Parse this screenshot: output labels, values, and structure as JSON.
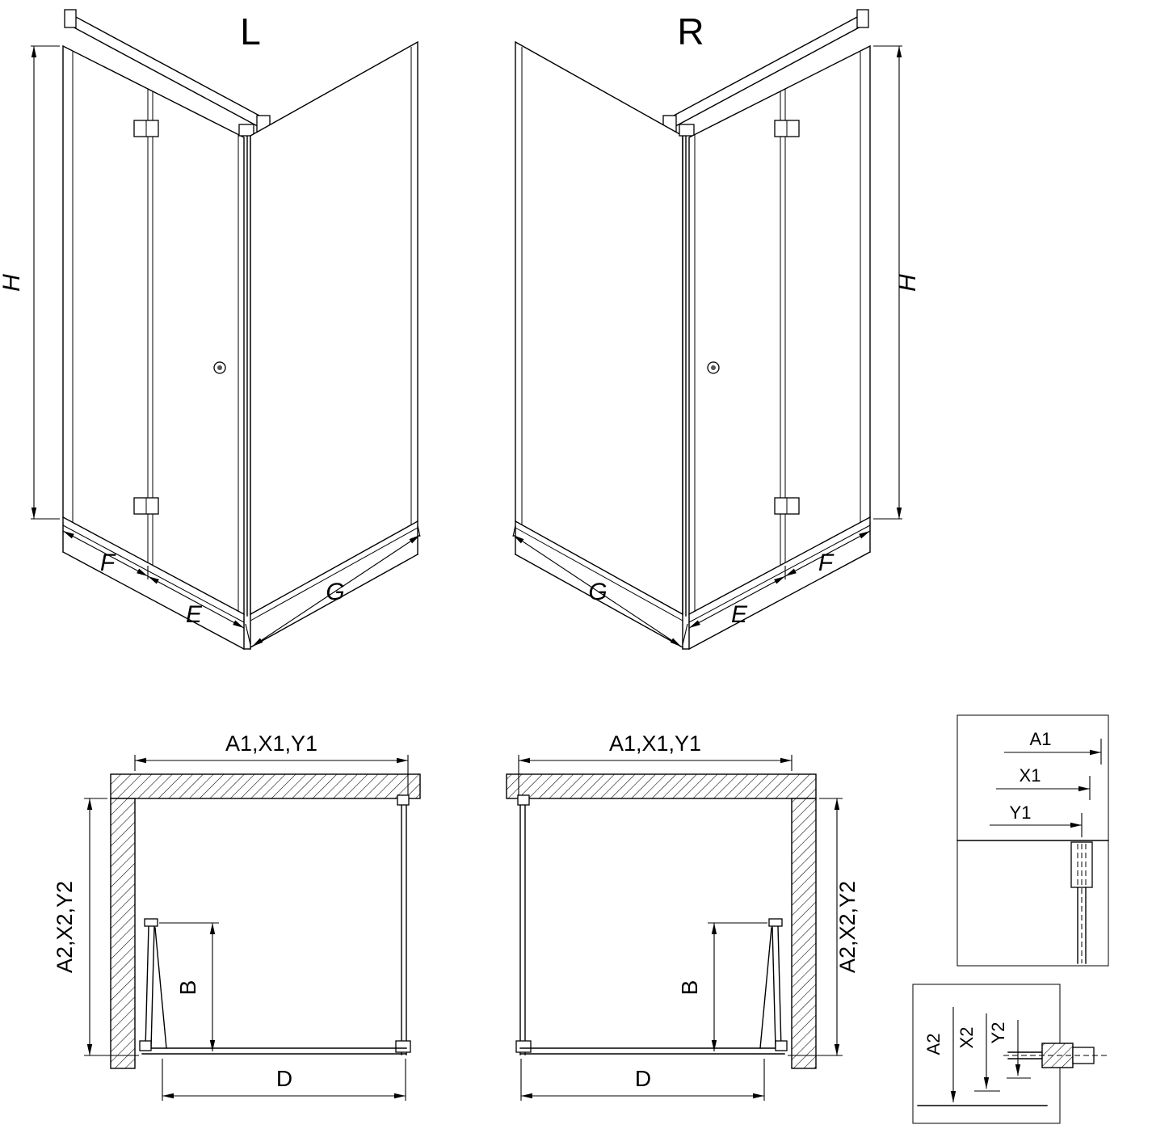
{
  "drawing": {
    "iso_left": {
      "variant": "L",
      "h": "H",
      "f": "F",
      "e": "E",
      "g": "G"
    },
    "iso_right": {
      "variant": "R",
      "h": "H",
      "f": "F",
      "e": "E",
      "g": "G"
    },
    "plan_left": {
      "width": "A1,X1,Y1",
      "depth": "A2,X2,Y2",
      "door": "B",
      "base": "D"
    },
    "plan_right": {
      "width": "A1,X1,Y1",
      "depth": "A2,X2,Y2",
      "door": "B",
      "base": "D"
    },
    "detail_top": {
      "a1": "A1",
      "x1": "X1",
      "y1": "Y1"
    },
    "detail_bottom": {
      "a2": "A2",
      "x2": "X2",
      "y2": "Y2"
    }
  }
}
